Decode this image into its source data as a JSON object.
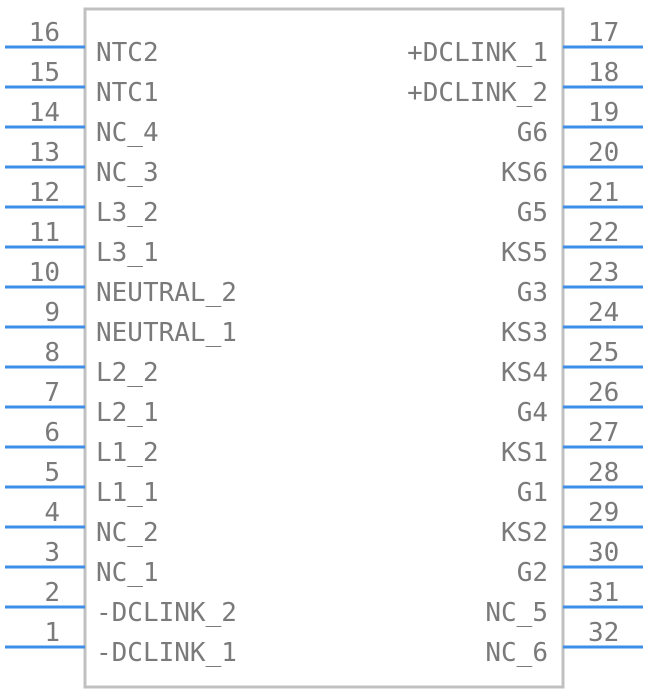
{
  "colors": {
    "body_outline": "#c0c0c0",
    "pin_line": "#3d8ee8",
    "text": "#7a7a7a"
  },
  "left_pins": [
    {
      "number": "16",
      "name": "NTC2"
    },
    {
      "number": "15",
      "name": "NTC1"
    },
    {
      "number": "14",
      "name": "NC_4"
    },
    {
      "number": "13",
      "name": "NC_3"
    },
    {
      "number": "12",
      "name": "L3_2"
    },
    {
      "number": "11",
      "name": "L3_1"
    },
    {
      "number": "10",
      "name": "NEUTRAL_2"
    },
    {
      "number": "9",
      "name": "NEUTRAL_1"
    },
    {
      "number": "8",
      "name": "L2_2"
    },
    {
      "number": "7",
      "name": "L2_1"
    },
    {
      "number": "6",
      "name": "L1_2"
    },
    {
      "number": "5",
      "name": "L1_1"
    },
    {
      "number": "4",
      "name": "NC_2"
    },
    {
      "number": "3",
      "name": "NC_1"
    },
    {
      "number": "2",
      "name": "-DCLINK_2"
    },
    {
      "number": "1",
      "name": "-DCLINK_1"
    }
  ],
  "right_pins": [
    {
      "number": "17",
      "name": "+DCLINK_1"
    },
    {
      "number": "18",
      "name": "+DCLINK_2"
    },
    {
      "number": "19",
      "name": "G6"
    },
    {
      "number": "20",
      "name": "KS6"
    },
    {
      "number": "21",
      "name": "G5"
    },
    {
      "number": "22",
      "name": "KS5"
    },
    {
      "number": "23",
      "name": "G3"
    },
    {
      "number": "24",
      "name": "KS3"
    },
    {
      "number": "25",
      "name": "KS4"
    },
    {
      "number": "26",
      "name": "G4"
    },
    {
      "number": "27",
      "name": "KS1"
    },
    {
      "number": "28",
      "name": "G1"
    },
    {
      "number": "29",
      "name": "KS2"
    },
    {
      "number": "30",
      "name": "G2"
    },
    {
      "number": "31",
      "name": "NC_5"
    },
    {
      "number": "32",
      "name": "NC_6"
    }
  ]
}
